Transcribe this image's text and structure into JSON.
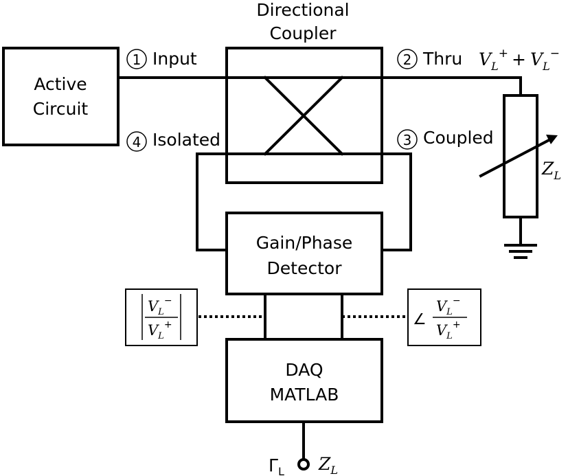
{
  "blocks": {
    "active_circuit": [
      "Active",
      "Circuit"
    ],
    "coupler": [
      "Directional",
      "Coupler"
    ],
    "detector": [
      "Gain/Phase",
      "Detector"
    ],
    "daq": [
      "DAQ",
      "MATLAB"
    ]
  },
  "ports": {
    "p1": {
      "num": "1",
      "name": "Input"
    },
    "p2": {
      "num": "2",
      "name": "Thru"
    },
    "p3": {
      "num": "3",
      "name": "Coupled"
    },
    "p4": {
      "num": "4",
      "name": "Isolated"
    }
  },
  "signals": {
    "thru_symbol": "V",
    "thru_sub": "L",
    "plus": "+",
    "minus": "−",
    "sum_op": "+",
    "load_symbol": "Z",
    "load_sub": "L",
    "mag_num": "V",
    "mag_den": "V",
    "angle_sign": "∠",
    "gamma_symbol": "Γ",
    "gamma_sub": "L",
    "output_z": "Z",
    "output_z_sub": "L"
  }
}
